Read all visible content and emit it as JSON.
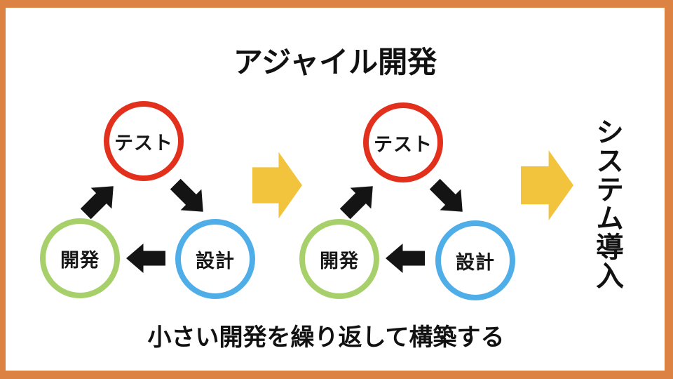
{
  "title": "アジャイル開発",
  "caption": "小さい開発を繰り返して構築する",
  "outcome_label": "システム導入",
  "cycles": [
    {
      "test_label": "テスト",
      "develop_label": "開発",
      "design_label": "設計"
    },
    {
      "test_label": "テスト",
      "develop_label": "開発",
      "design_label": "設計"
    }
  ],
  "colors": {
    "frame": "#DC8243",
    "test_circle": "#E2301D",
    "develop_circle": "#A7D06A",
    "design_circle": "#4FAEE8",
    "flow_arrow": "#141414",
    "stage_arrow": "#F2C43D"
  }
}
